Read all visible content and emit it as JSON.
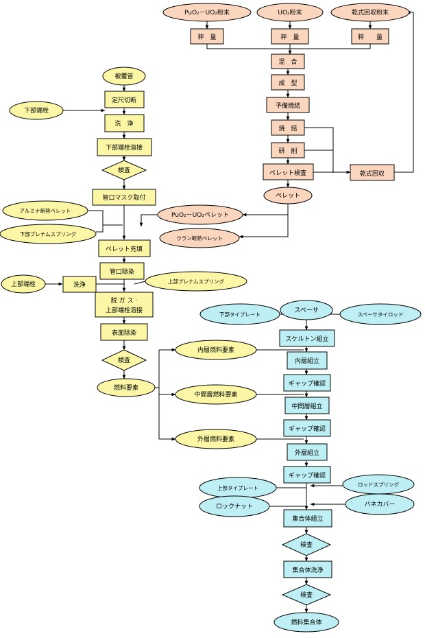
{
  "colors": {
    "peach_fill": "#fbd6bf",
    "yellow_fill": "#fbf7a6",
    "cyan_fill": "#bdeff4",
    "stroke": "#000000"
  },
  "labels": {
    "puo2_uo2_powder": "PuO₂－UO₂粉末",
    "uo2_powder": "UO₂粉末",
    "dry_recovered_powder": "乾式回収粉末",
    "weigh_1": "秤　量",
    "weigh_2": "秤　量",
    "weigh_3": "秤　　量",
    "mixing": "混　合",
    "molding": "成　型",
    "presintering": "予備焼結",
    "sintering": "焼　結",
    "grinding": "研　削",
    "pellet_inspection": "ペレット検査",
    "dry_recovery": "乾式回収",
    "pellet": "ペレット",
    "cladding_tube": "被覆管",
    "fixed_length_cut": "定尺切断",
    "lower_end_plug": "下部端栓",
    "wash_1": "洗　浄",
    "lower_end_plug_weld": "下部端栓溶接",
    "inspection_1": "検査",
    "tube_mask_attach": "管口マスク取付",
    "alumina_insulation_pellet": "アルミナ断熱ペレット",
    "lower_plenum_spring": "下部プレナムスプリング",
    "puo2_uo2_pellet": "PuO₂－UO₂ペレット",
    "uranium_insulation_pellet": "ウラン断熱ペレット",
    "pellet_filling": "ペレット充填",
    "tube_decontamination": "管口除染",
    "upper_end_plug": "上部端栓",
    "wash_2": "洗浄",
    "upper_plenum_spring": "上部プレナムスプリング",
    "degas_line1": "脱 ガ ス ·",
    "degas_line2": "上部端栓溶接",
    "surface_decontamination": "表面除染",
    "inspection_2": "検査",
    "fuel_element": "燃料要素",
    "inner_fuel_element": "内層燃料要素",
    "middle_fuel_element": "中間層燃料要素",
    "outer_fuel_element": "外層燃料要素",
    "lower_tie_plate": "下部タイプレート",
    "spacer": "スペーサ",
    "spacer_tie_rod": "スペーサタイロッド",
    "skeleton_assembly": "スケルトン組立",
    "inner_assembly": "内層組立",
    "gap_check_1": "ギャップ確認",
    "middle_assembly": "中間層組立",
    "gap_check_2": "ギャップ確認",
    "outer_assembly": "外層組立",
    "gap_check_3": "ギャップ確認",
    "upper_tie_plate": "上部タイプレート",
    "rod_spring": "ロッドスプリング",
    "lock_nut": "ロックナット",
    "spring_cover": "バネカバー",
    "bundle_assembly": "集合体組立",
    "inspection_3": "検査",
    "bundle_wash": "集合体洗浄",
    "inspection_4": "検査",
    "fuel_assembly": "燃料集合体"
  }
}
